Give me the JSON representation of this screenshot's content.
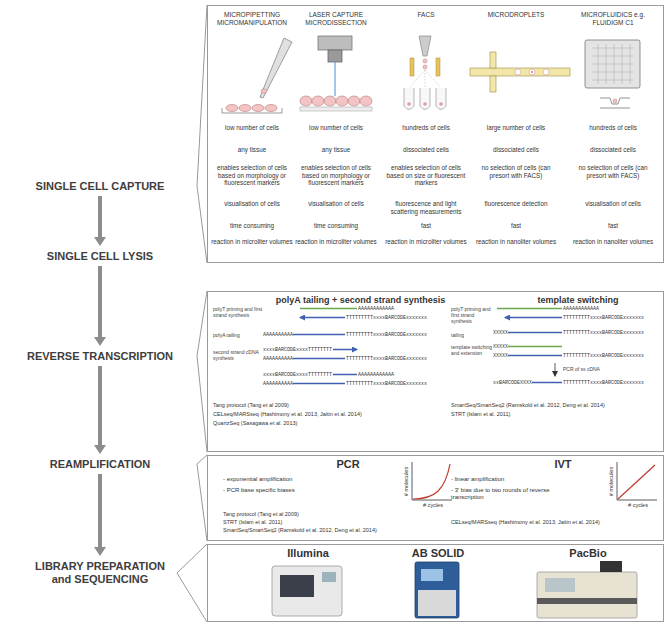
{
  "diagram": {
    "nodes": [
      {
        "text": [
          "SINGLE CELL CAPTURE"
        ]
      },
      {
        "text": [
          "SINGLE CELL LYSIS"
        ]
      },
      {
        "text": [
          "REVERSE TRANSCRIPTION"
        ]
      },
      {
        "text": [
          "REAMPLIFICATION"
        ]
      },
      {
        "text": [
          "LIBRARY PREPARATION and SEQUENCING"
        ]
      },
      {
        "text": [
          "MICROPIPETTING MICROMANIPULATION",
          "LASER CAPTURE MICRODISSECTION",
          "FACS",
          "MICRODROPLETS",
          "MICROFLUIDICS e.g. FLUIDIGM C1",
          "low number of cells",
          "low number of cells",
          "hundreds of cells",
          "large number of cells",
          "hundreds of cells",
          "any tissue",
          "any tissue",
          "dissociated cells",
          "dissociated cells",
          "dissociated cells",
          "enables selection of cells based on morphology or fluorescent markers",
          "enables selection of cells based on morphology or fluorescent markers",
          "enables selection of cells based on size or fluorescent markers",
          "no selection of cells (can presort with FACS)",
          "no selection of cells (can presort with FACS)",
          "visualisation of cells",
          "visualisation of cells",
          "fluorescence and light scattering measurements",
          "fluorescence detection",
          "visualisation of cells",
          "time consuming",
          "time consuming",
          "fast",
          "fast",
          "fast",
          "reaction in microliter volumes",
          "reaction in microliter volumes",
          "reaction in microliter volumes",
          "reaction in nanoliter volumes",
          "reaction in nanoliter volumes"
        ]
      },
      {
        "text": [
          "polyA tailing + second strand synthesis",
          "template switching",
          "polyT priming and first strand synthesis",
          "AAAAAAAAAAAA",
          "TTTTTTTTTxxxxBARCODExxxxxxx",
          "polyA tailing",
          "AAAAAAAAAA",
          "TTTTTTTTTxxxxBARCODExxxxxxx",
          "second strand cDNA synthesis",
          "xxxxBARCODExxxxTTTTTTTT",
          "AAAAAAAAAA",
          "TTTTTTTTTxxxxBARCODExxxxxxx",
          "xxxxBARCODExxxxTTTTTTTT",
          "AAAAAAAAAAAA",
          "AAAAAAAAAA",
          "TTTTTTTTTxxxxBARCODExxxxxxx",
          "Tang protocol (Tang et al 2009)",
          "CELseq/MARSseq (Hashimony et al. 2013, Jaitin et al. 2014)",
          "QuartzSeq (Sasagawa et al. 2013)",
          "polyT priming and first strand synthesis",
          "AAAAAAAAAAAA",
          "TTTTTTTTTxxxxBARCODExxxxxxx",
          "tailing",
          "XXXXX",
          "TTTTTTTTTxxxxBARCODExxxxxxx",
          "template switching and extension",
          "XXXXX",
          "XXXXX",
          "TTTTTTTTTxxxxBARCODExxxxxxx",
          "PCR of ss cDNA",
          "xxBARCODEXXXX",
          "TTTTTTTTTxxxxBARCODExxxxxxx",
          "SmartSeq/SmartSeq2 (Ramskold et al. 2012, Deng et al. 2014)",
          "STRT (Islam et al. 2011)"
        ]
      },
      {
        "text": [
          "PCR",
          "- exponential amplification",
          "- PCR base specific biases",
          "# molecules",
          "# cycles",
          "Tang protocol (Tang et al 2009)",
          "STRT (Islam et al. 2011)",
          "SmartSeq/SmartSeq2 (Ramskold et al. 2012, Deng et al. 2014)",
          "IVT",
          "- linear amplification",
          "- 3' bias due to two rounds of reverse transcription",
          "# molecules",
          "# cycles",
          "CELseq/MARSseq (Hashimony et al. 2013, Jaitin et al. 2014)"
        ]
      },
      {
        "text": [
          "Illumina",
          "AB SOLID",
          "PacBio"
        ]
      }
    ],
    "edges": [
      {
        "from": 0,
        "to": 1,
        "arrow": "to"
      },
      {
        "from": 1,
        "to": 2,
        "arrow": "to"
      },
      {
        "from": 2,
        "to": 3,
        "arrow": "to"
      },
      {
        "from": 3,
        "to": 4,
        "arrow": "to"
      },
      {
        "from": 0,
        "to": 5,
        "arrow": "none"
      },
      {
        "from": 2,
        "to": 6,
        "arrow": "none"
      },
      {
        "from": 3,
        "to": 7,
        "arrow": "none"
      },
      {
        "from": 4,
        "to": 8,
        "arrow": "none"
      }
    ]
  }
}
